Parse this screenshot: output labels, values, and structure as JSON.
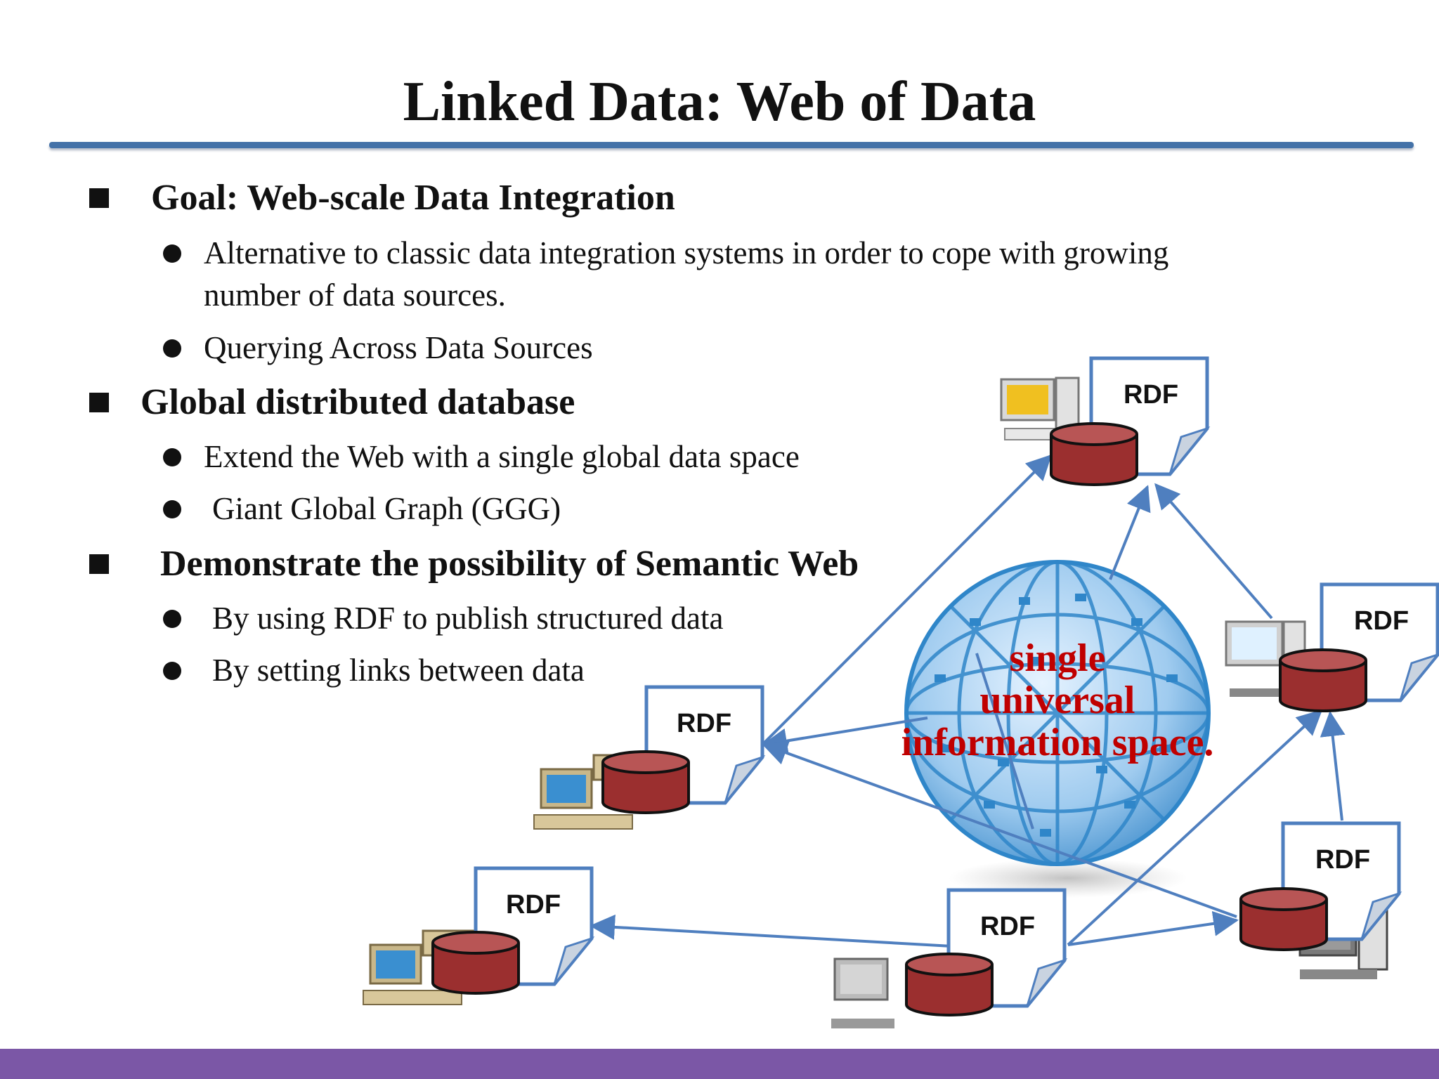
{
  "slide": {
    "title": "Linked Data: Web of Data",
    "sections": [
      {
        "heading": "Goal: Web-scale Data Integration",
        "bullets": [
          "Alternative to classic data integration systems in order to cope with growing",
          "number of data sources.",
          "Querying Across Data Sources"
        ]
      },
      {
        "heading": "Global distributed database",
        "bullets": [
          "Extend the Web with a single global data space",
          "Giant Global Graph (GGG)"
        ]
      },
      {
        "heading": "Demonstrate the possibility of Semantic Web",
        "bullets": [
          "By using RDF to publish structured data",
          "By setting links between data"
        ]
      }
    ]
  },
  "diagram": {
    "node_label": "RDF",
    "globe_text": [
      "single",
      "universal",
      "information space."
    ],
    "colors": {
      "arrow": "#4f7fbf",
      "database": "#9b2f2f",
      "globe": "#2f86c9",
      "globe_text": "#c00000",
      "footer": "#7b57a6"
    }
  }
}
